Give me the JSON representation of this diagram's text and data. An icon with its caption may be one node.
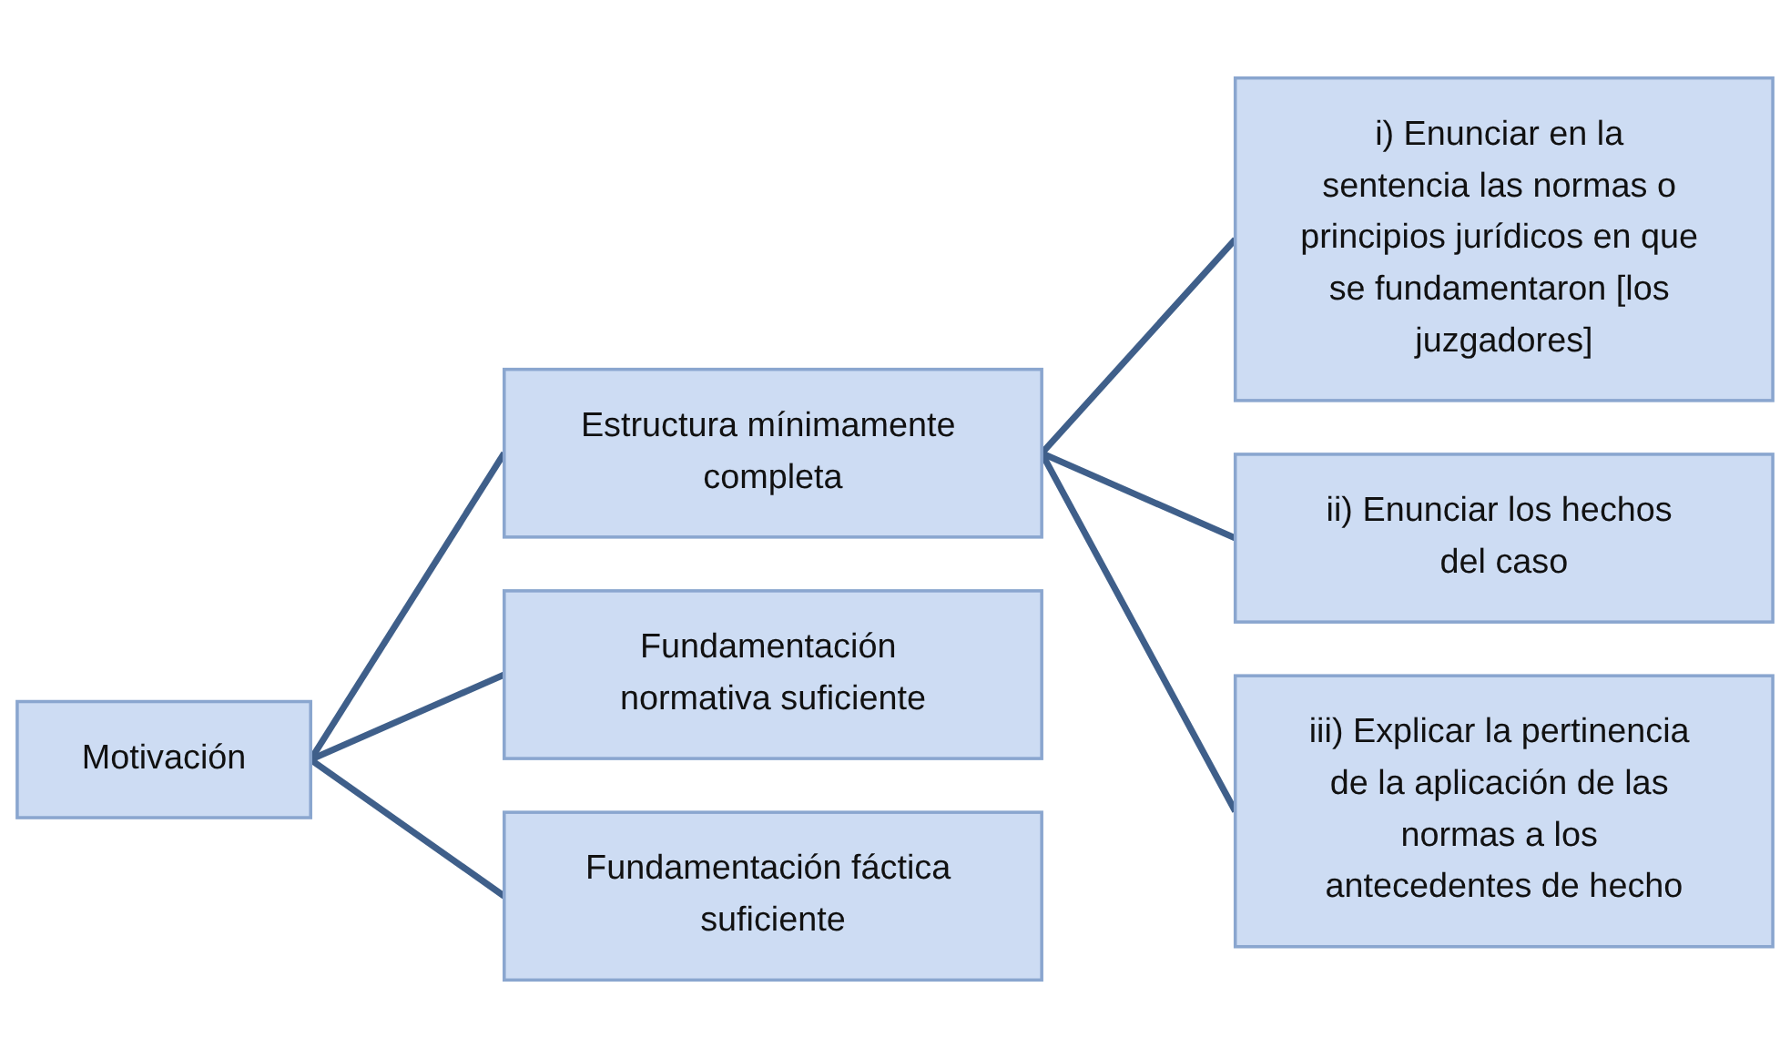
{
  "diagram": {
    "nodes": [
      {
        "text": [
          "Motivación"
        ]
      },
      {
        "text": [
          "Estructura mínimamente completa"
        ]
      },
      {
        "text": [
          "Fundamentación normativa suficiente"
        ]
      },
      {
        "text": [
          "Fundamentación fáctica suficiente"
        ]
      },
      {
        "text": [
          "i) Enunciar en la sentencia las normas o principios jurídicos en que se fundamentaron [los juzgadores]"
        ]
      },
      {
        "text": [
          "ii) Enunciar los hechos del caso"
        ]
      },
      {
        "text": [
          "iii) Explicar la pertinencia de la aplicación de las normas a los antecedentes de hecho"
        ]
      }
    ],
    "edges": [
      {
        "from": 0,
        "to": 1,
        "arrow": "none"
      },
      {
        "from": 0,
        "to": 2,
        "arrow": "none"
      },
      {
        "from": 0,
        "to": 3,
        "arrow": "none"
      },
      {
        "from": 1,
        "to": 4,
        "arrow": "none"
      },
      {
        "from": 1,
        "to": 5,
        "arrow": "none"
      },
      {
        "from": 1,
        "to": 6,
        "arrow": "none"
      }
    ]
  }
}
